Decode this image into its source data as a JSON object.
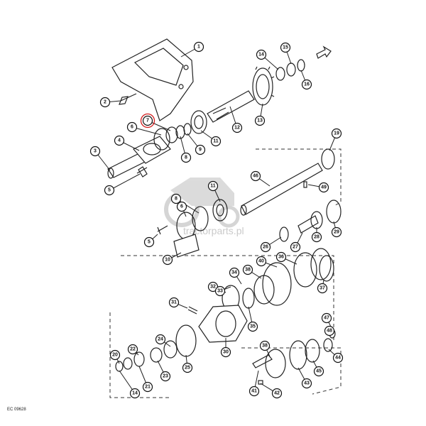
{
  "watermark": {
    "text": "tractorparts.pl"
  },
  "figure_code": "EC 09628",
  "highlighted_callout": "7",
  "accent_color": "#d21b1b",
  "callouts": [
    {
      "label": "1"
    },
    {
      "label": "2"
    },
    {
      "label": "3"
    },
    {
      "label": "4"
    },
    {
      "label": "5"
    },
    {
      "label": "6"
    },
    {
      "label": "7"
    },
    {
      "label": "8"
    },
    {
      "label": "9"
    },
    {
      "label": "11"
    },
    {
      "label": "12"
    },
    {
      "label": "13"
    },
    {
      "label": "14"
    },
    {
      "label": "15"
    },
    {
      "label": "16"
    },
    {
      "label": "19"
    },
    {
      "label": "46"
    },
    {
      "label": "49"
    },
    {
      "label": "11"
    },
    {
      "label": "8"
    },
    {
      "label": "6"
    },
    {
      "label": "5"
    },
    {
      "label": "10"
    },
    {
      "label": "26"
    },
    {
      "label": "27"
    },
    {
      "label": "28"
    },
    {
      "label": "29"
    },
    {
      "label": "36"
    },
    {
      "label": "40"
    },
    {
      "label": "38"
    },
    {
      "label": "34"
    },
    {
      "label": "37"
    },
    {
      "label": "32"
    },
    {
      "label": "31"
    },
    {
      "label": "33"
    },
    {
      "label": "35"
    },
    {
      "label": "30"
    },
    {
      "label": "24"
    },
    {
      "label": "25"
    },
    {
      "label": "22"
    },
    {
      "label": "20"
    },
    {
      "label": "23"
    },
    {
      "label": "21"
    },
    {
      "label": "14"
    },
    {
      "label": "47"
    },
    {
      "label": "48"
    },
    {
      "label": "44"
    },
    {
      "label": "38"
    },
    {
      "label": "45"
    },
    {
      "label": "41"
    },
    {
      "label": "43"
    },
    {
      "label": "42"
    }
  ]
}
